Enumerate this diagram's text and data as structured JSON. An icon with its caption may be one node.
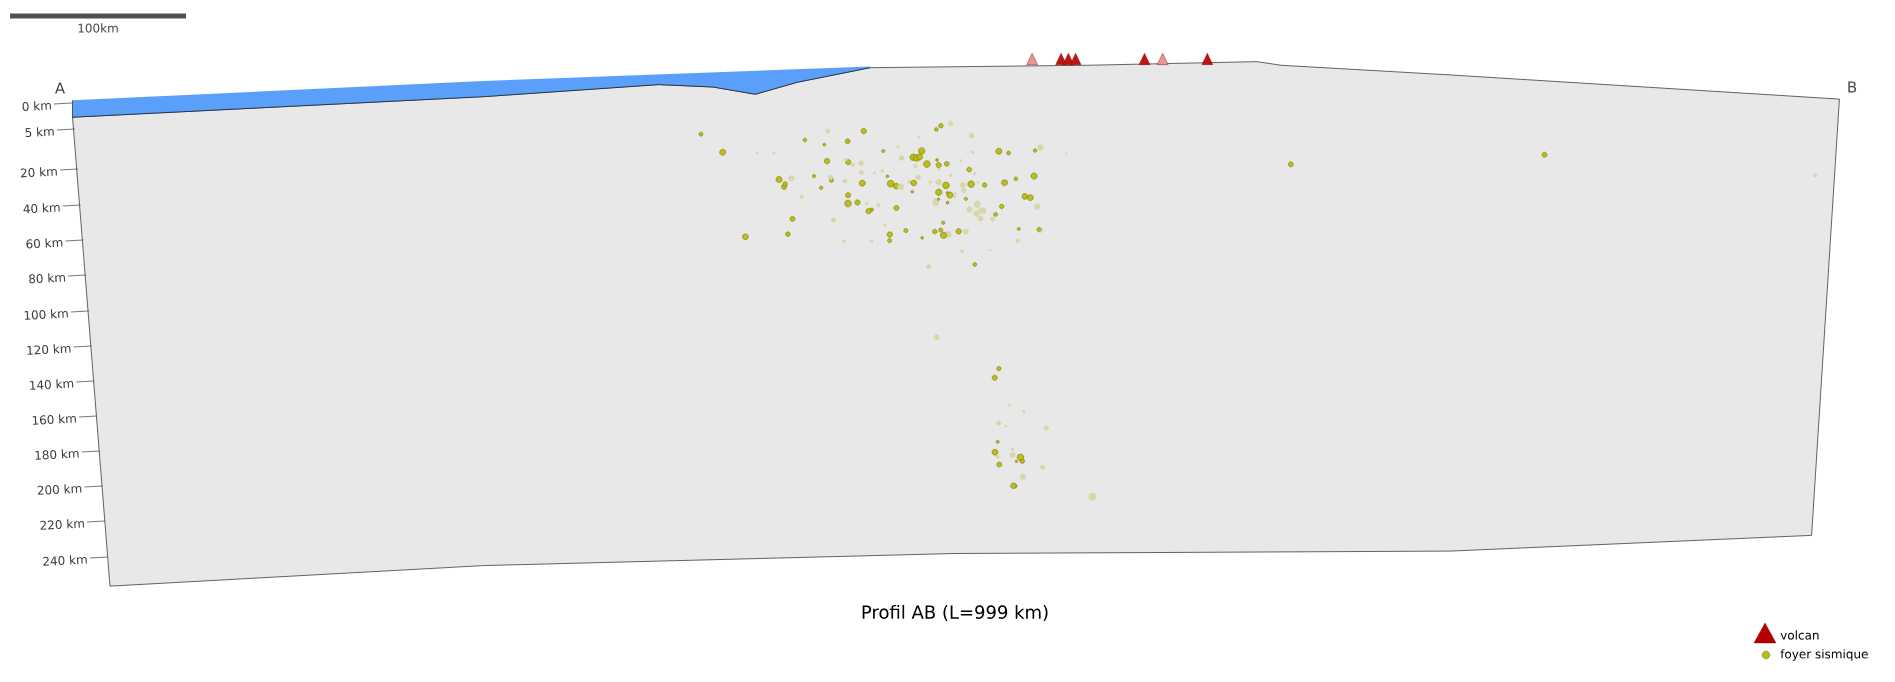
{
  "diagram": {
    "caption": "Profil AB (L=999 km)",
    "labels": [
      "100km",
      "A",
      "B",
      "0 km",
      "5 km",
      "20 km",
      "40 km",
      "60 km",
      "80 km",
      "100 km",
      "120 km",
      "140 km",
      "160 km",
      "180 km",
      "200 km",
      "220 km",
      "240 km"
    ],
    "legend": [
      {
        "text": "volcan"
      },
      {
        "text": "foyer sismique"
      }
    ]
  }
}
